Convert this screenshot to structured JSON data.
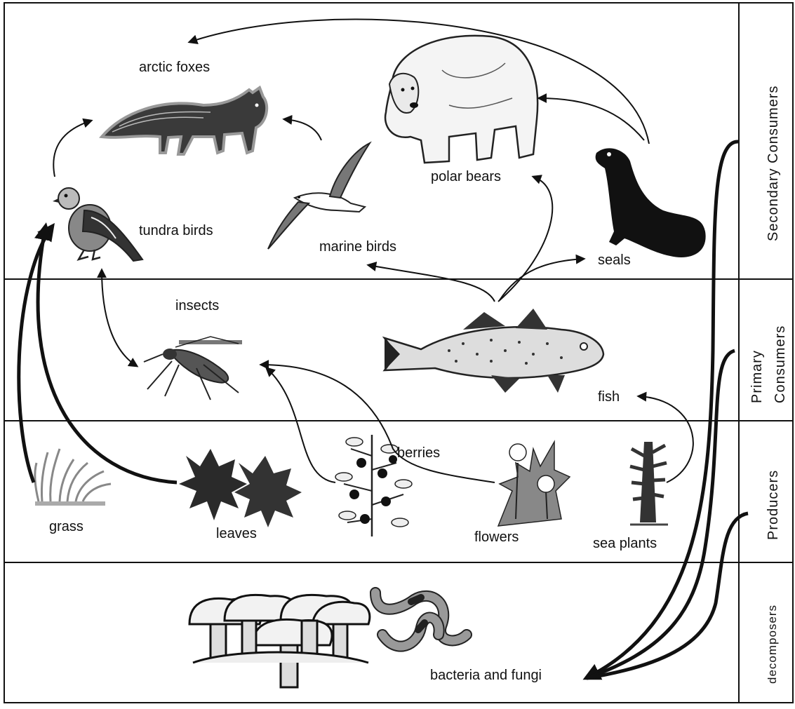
{
  "bands": {
    "secondary": "Secondary Consumers",
    "primary_line1": "Primary",
    "primary_line2": "Consumers",
    "producers": "Producers",
    "decomposers": "decomposers"
  },
  "organisms": {
    "arctic_foxes": "arctic foxes",
    "polar_bears": "polar bears",
    "tundra_birds": "tundra birds",
    "marine_birds": "marine birds",
    "seals": "seals",
    "insects": "insects",
    "fish": "fish",
    "berries": "berries",
    "grass": "grass",
    "leaves": "leaves",
    "flowers": "flowers",
    "sea_plants": "sea plants",
    "bacteria_and_fungi": "bacteria and fungi"
  },
  "colors": {
    "line": "#111111",
    "fill_dark": "#222222",
    "fill_mid": "#777777",
    "fill_light": "#cccccc"
  }
}
